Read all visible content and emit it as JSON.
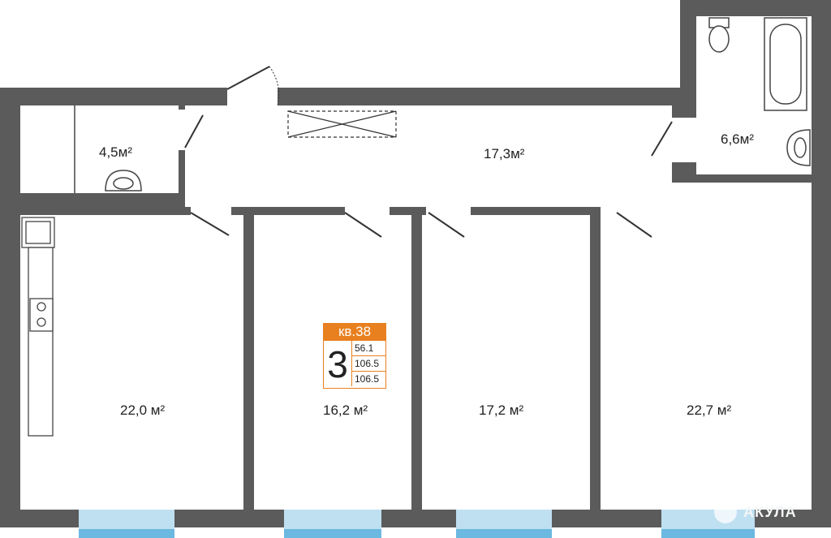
{
  "apartment": {
    "label": "кв.38",
    "rooms": "3",
    "areas": [
      "56.1",
      "106.5",
      "106.5"
    ]
  },
  "rooms": [
    {
      "name": "bathroom-small",
      "area": "4,5м²"
    },
    {
      "name": "corridor",
      "area": "17,3м²"
    },
    {
      "name": "bathroom",
      "area": "6,6м²"
    },
    {
      "name": "kitchen-living",
      "area": "22,0 м²"
    },
    {
      "name": "bedroom-1",
      "area": "16,2 м²"
    },
    {
      "name": "bedroom-2",
      "area": "17,2  м²"
    },
    {
      "name": "bedroom-3",
      "area": "22,7 м²"
    }
  ],
  "logo": "АКУЛА",
  "colors": {
    "wall": "#5b5b5b",
    "window": "#bfe0f1",
    "window_edge": "#6bb8e0",
    "accent": "#e8801f"
  }
}
